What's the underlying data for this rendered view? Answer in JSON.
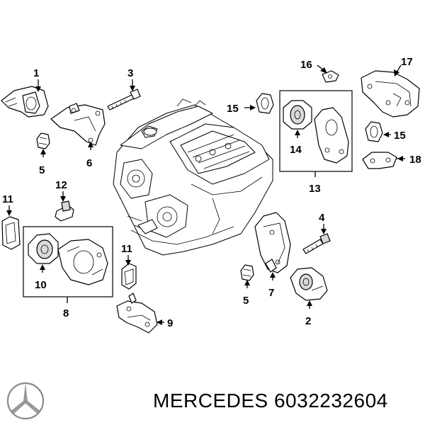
{
  "callouts": {
    "c1": "1",
    "c2": "2",
    "c3": "3",
    "c4": "4",
    "c5a": "5",
    "c5b": "5",
    "c6": "6",
    "c7": "7",
    "c8": "8",
    "c9": "9",
    "c10": "10",
    "c11a": "11",
    "c11b": "11",
    "c12": "12",
    "c13": "13",
    "c14": "14",
    "c15a": "15",
    "c15b": "15",
    "c16": "16",
    "c17": "17",
    "c18": "18"
  },
  "footer": {
    "brand": "MERCEDES",
    "part_number": "6032232604"
  },
  "logo": {
    "icon": "mercedes-star-icon"
  }
}
